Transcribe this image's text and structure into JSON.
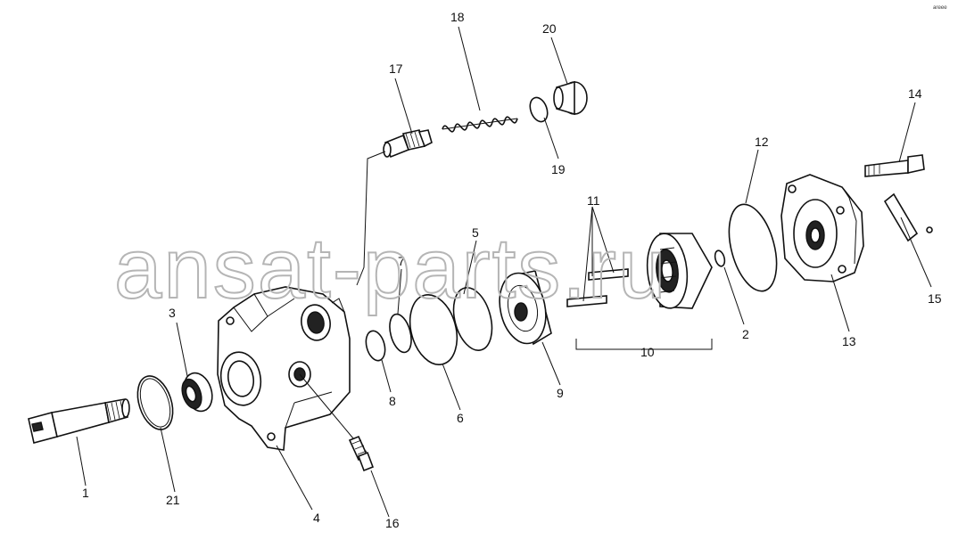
{
  "watermark": "ansat-parts.ru",
  "corner_mark": "ᵃʳᵉᵉᵉ",
  "callouts": {
    "n1": "1",
    "n2": "2",
    "n3": "3",
    "n4": "4",
    "n5": "5",
    "n6": "6",
    "n7": "7",
    "n8": "8",
    "n9": "9",
    "n10": "10",
    "n11": "11",
    "n12": "12",
    "n13": "13",
    "n14": "14",
    "n15": "15",
    "n16": "16",
    "n17": "17",
    "n18": "18",
    "n19": "19",
    "n20": "20",
    "n21": "21"
  }
}
